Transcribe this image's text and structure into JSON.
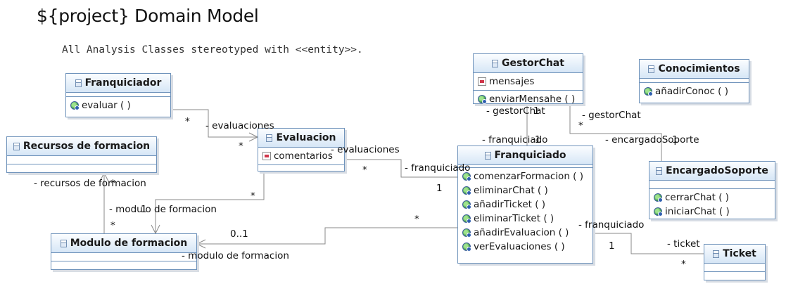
{
  "title": "${project} Domain Model",
  "note": "All Analysis Classes stereotyped with <<entity>>.",
  "classes": {
    "franquiciador": {
      "name": "Franquiciador",
      "ops": [
        "evaluar ( )"
      ]
    },
    "recursos": {
      "name": "Recursos de formacion"
    },
    "modulo": {
      "name": "Modulo de formacion"
    },
    "evaluacion": {
      "name": "Evaluacion",
      "attrs": [
        "comentarios"
      ]
    },
    "gestorchat": {
      "name": "GestorChat",
      "attrs": [
        "mensajes"
      ],
      "ops": [
        "enviarMensahe ( )"
      ]
    },
    "conocimientos": {
      "name": "Conocimientos",
      "ops": [
        "añadirConoc ( )"
      ]
    },
    "franquiciado": {
      "name": "Franquiciado",
      "ops": [
        "comenzarFormacion ( )",
        "eliminarChat ( )",
        "añadirTicket ( )",
        "eliminarTicket ( )",
        "añadirEvaluacion ( )",
        "verEvaluaciones ( )"
      ]
    },
    "encargado": {
      "name": "EncargadoSoporte",
      "ops": [
        "cerrarChat ( )",
        "iniciarChat ( )"
      ]
    },
    "ticket": {
      "name": "Ticket"
    }
  },
  "labels": {
    "fr_ev_mult_a": "*",
    "fr_ev_role": "- evaluaciones",
    "fr_ev_mult_b": "*",
    "ev_fq_role_a": "- evaluaciones",
    "ev_fq_mult_a": "*",
    "ev_fq_role_b": "- franquiciado",
    "ev_fq_mult_b": "1",
    "rec_mod_role": "- recursos de formacion",
    "rec_mod_mult_a": "*",
    "rec_mod_mult_b": "*",
    "ev_mod_mult_a": "*",
    "ev_mod_role": "- modulo de formacion",
    "ev_mod_mult_b": "1",
    "fq_mod_mult_a": "*",
    "fq_mod_mult_b": "0..1",
    "fq_mod_role": "- modulo de formacion",
    "gc_fq_role_a": "- gestorChat",
    "gc_fq_mult_a": "1",
    "gc_fq_role_b": "- franquiciado",
    "gc_fq_mult_b": "1",
    "gc_es_role_a": "- gestorChat",
    "gc_es_mult_a": "*",
    "gc_es_role_b": "- encargadoSoporte",
    "gc_es_mult_b": "1",
    "fq_tk_role_a": "- franquiciado",
    "fq_tk_mult_a": "1",
    "fq_tk_role_b": "- ticket",
    "fq_tk_mult_b": "*"
  }
}
